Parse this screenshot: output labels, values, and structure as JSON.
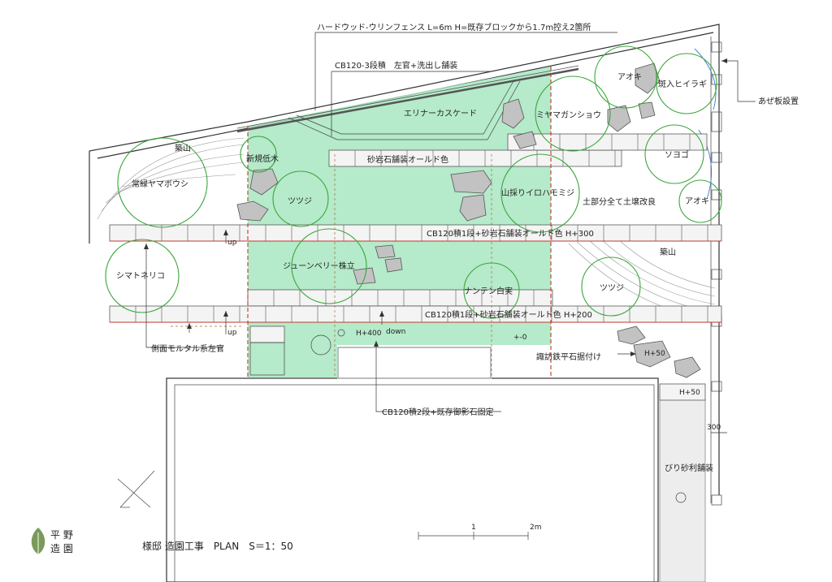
{
  "annotations": {
    "fence": "ハードウッド-ウリンフェンス L=6m H=既存ブロックから1.7m控え2箇所",
    "cb120_3": "CB120-3段積　左官+洗出し舗装",
    "erina": "エリナーカスケード",
    "sandstone_paving": "砂岩石舗装オールド色",
    "cb_row1": "CB120積1段+砂岩石舗装オールド色 H+300",
    "cb_row2": "CB120積1段+砂岩石舗装オールド色 H+200",
    "azeita": "あぜ板設置",
    "soil": "土部分全て土壌改良",
    "tsukiyama1": "築山",
    "tsukiyama2": "築山",
    "suwa": "諏訪鉄平石据付け",
    "h50a": "H+50",
    "h50b": "H+50",
    "h400": "H+400",
    "down": "down",
    "pm0": "+-0",
    "up1": "up",
    "up2": "up",
    "side_mortar": "側面モルタル系左官",
    "cb120_2": "CB120積2段+既存御影石固定",
    "dim300": "300",
    "gravel": "びり砂利舗装"
  },
  "trees": {
    "joryoku": "常緑ヤマボウシ",
    "shinki": "新規低木",
    "tsutsuji1": "ツツジ",
    "june": "ジューンベリー株立",
    "shimatoneriko": "シマトネリコ",
    "nanten": "ナンテン白実",
    "yamamomiji": "山採りイロハモミジ",
    "miyamagan": "ミヤマガンショウ",
    "aoki1": "アオキ",
    "fuiri": "斑入ヒイラギ",
    "soyogo": "ソヨゴ",
    "aoki2": "アオキ",
    "tsutsuji2": "ツツジ"
  },
  "title_block": {
    "logo_line1": "平 野",
    "logo_line2": "造 園",
    "title": "様邸 造園工事　PLAN　S＝1：50",
    "scale_1": "1",
    "scale_2": "2m"
  }
}
